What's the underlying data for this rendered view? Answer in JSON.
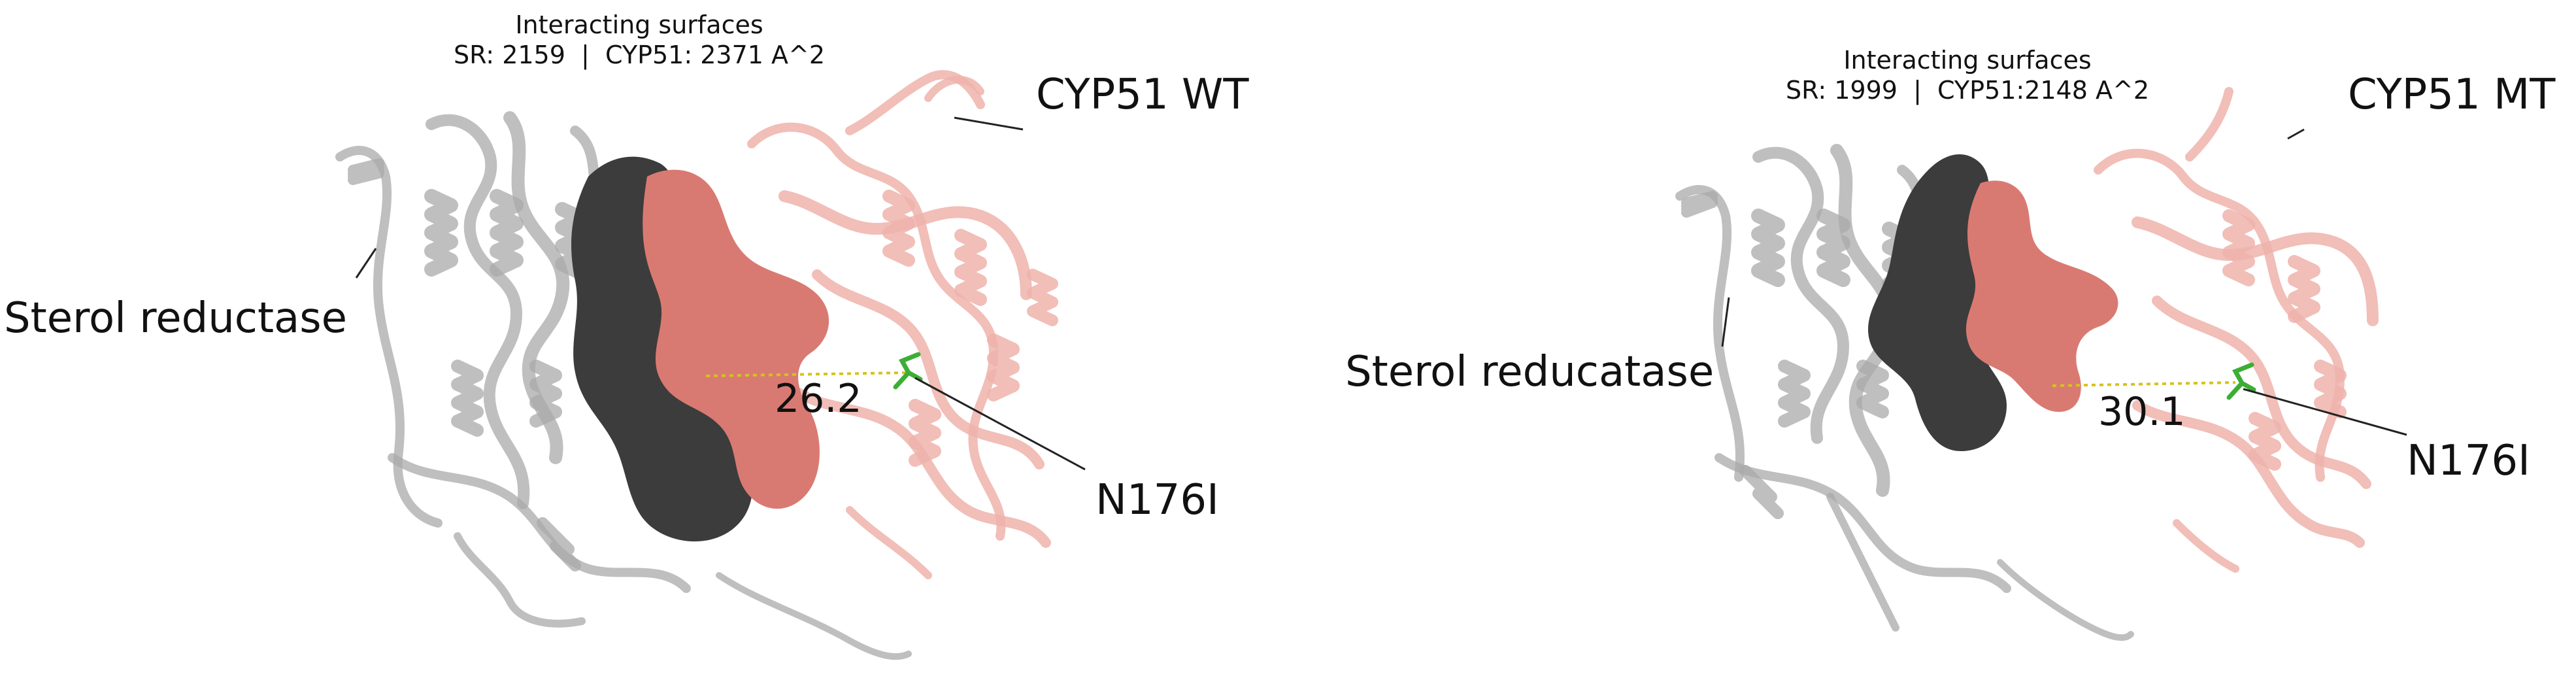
{
  "colors": {
    "sterol_reductase_ribbon": "#a9a9a9",
    "cyp51_ribbon": "#efb3ab",
    "sr_surface": "#3c3c3c",
    "cyp51_surface": "#d97a72",
    "mutation_sticks": "#3cae35",
    "distance_line": "#d6c21a",
    "label_line": "#222222"
  },
  "panels": {
    "wt": {
      "surfaces_title": "Interacting surfaces",
      "surfaces_values": "SR: 2159  |  CYP51: 2371 A^2",
      "left_protein": "Sterol reductase",
      "right_protein": "CYP51 WT",
      "distance": "26.2",
      "mutation": "N176I"
    },
    "mt": {
      "surfaces_title": "Interacting surfaces",
      "surfaces_values": "SR: 1999  |  CYP51:2148 A^2",
      "left_protein": "Sterol reducatase",
      "right_protein": "CYP51 MT",
      "distance": "30.1",
      "mutation": "N176I"
    }
  }
}
